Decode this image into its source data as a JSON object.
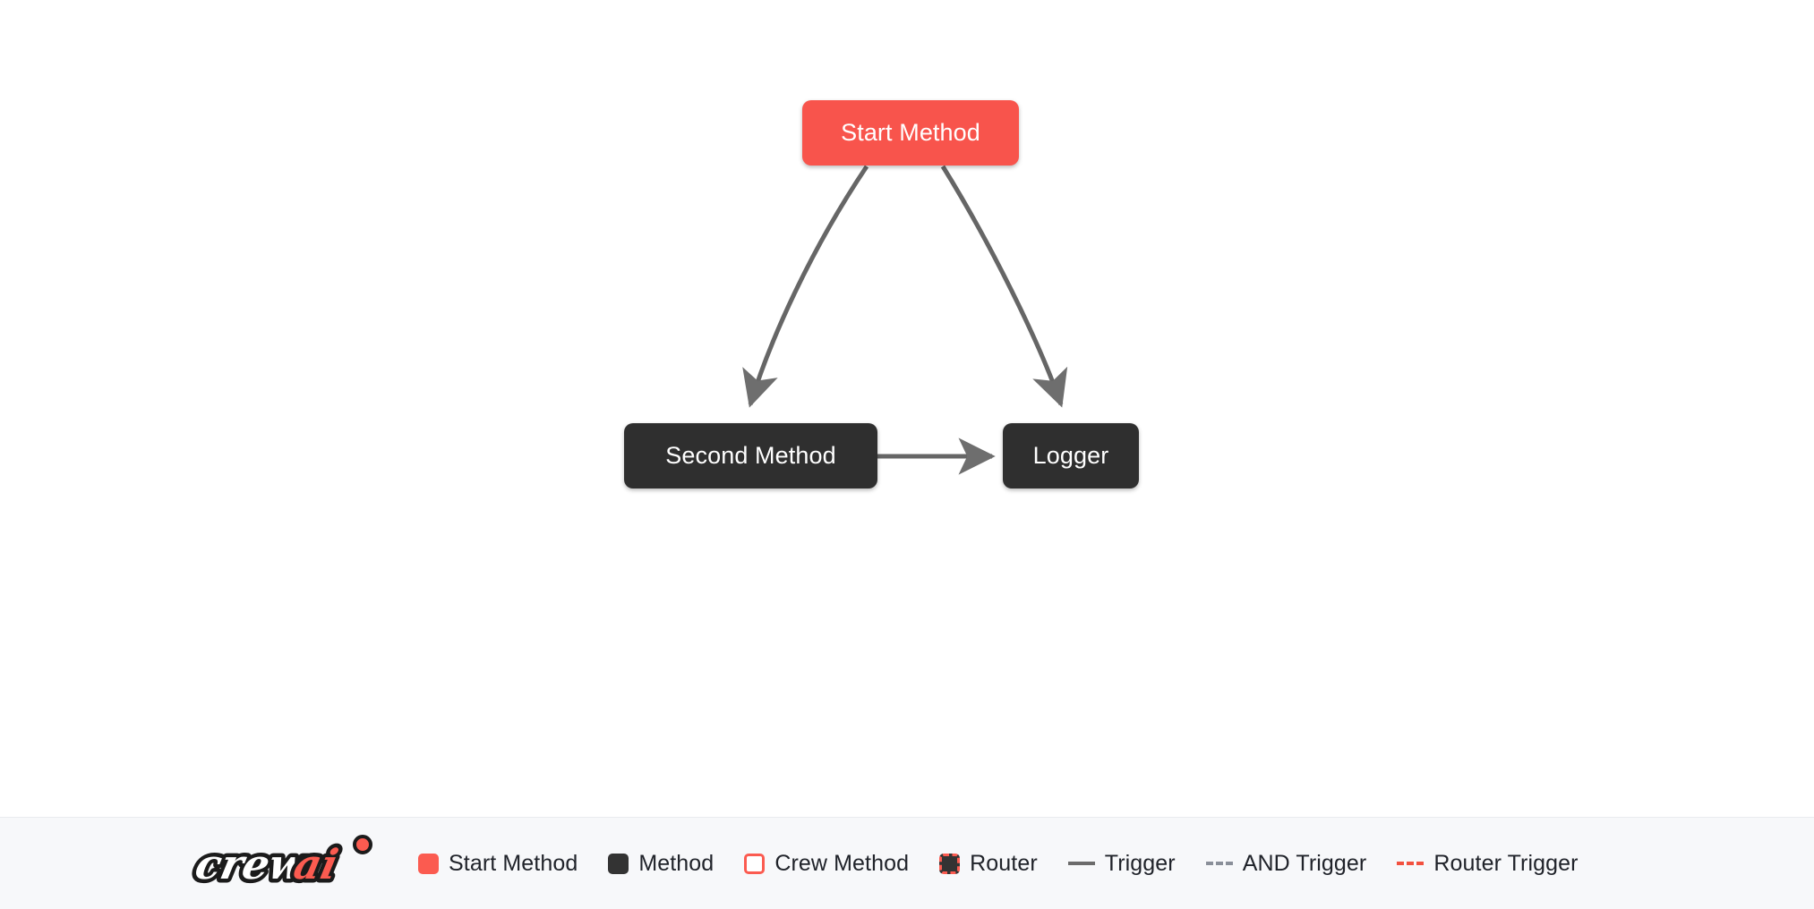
{
  "canvas": {
    "background": "#ffffff",
    "nodes": [
      {
        "id": "start-method",
        "label": "Start Method",
        "type": "start",
        "color": "#F8544C"
      },
      {
        "id": "second-method",
        "label": "Second Method",
        "type": "method",
        "color": "#2F2F2F"
      },
      {
        "id": "logger",
        "label": "Logger",
        "type": "method",
        "color": "#2F2F2F"
      }
    ],
    "edges": [
      {
        "from": "start-method",
        "to": "second-method",
        "style": "trigger"
      },
      {
        "from": "start-method",
        "to": "logger",
        "style": "trigger"
      },
      {
        "from": "second-method",
        "to": "logger",
        "style": "trigger"
      }
    ]
  },
  "legend": {
    "background": "#F7F8FA",
    "logo": {
      "name": "crewai-logo",
      "text_light": "crew",
      "text_accent": "ai",
      "accent_color": "#FB5B50"
    },
    "items": [
      {
        "label": "Start Method",
        "marker": "swatch-start",
        "icon": "filled-square-icon"
      },
      {
        "label": "Method",
        "marker": "swatch-method",
        "icon": "filled-square-icon"
      },
      {
        "label": "Crew Method",
        "marker": "swatch-crew",
        "icon": "outlined-square-icon"
      },
      {
        "label": "Router",
        "marker": "swatch-router",
        "icon": "dashed-square-icon"
      },
      {
        "label": "Trigger",
        "marker": "line-solid",
        "icon": "solid-line-icon"
      },
      {
        "label": "AND Trigger",
        "marker": "line-dashed",
        "icon": "dashed-line-icon"
      },
      {
        "label": "Router Trigger",
        "marker": "line-router",
        "icon": "dashed-red-line-icon"
      }
    ]
  }
}
